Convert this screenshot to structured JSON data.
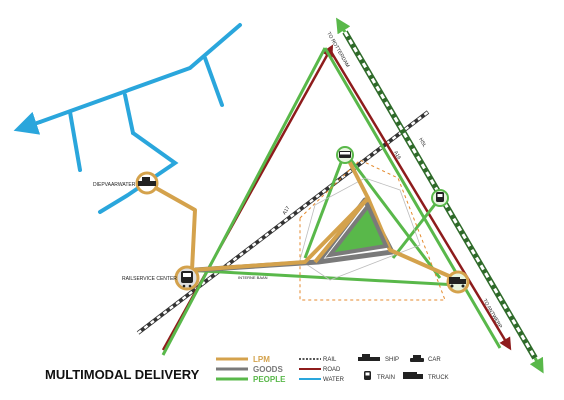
{
  "title": "MULTIMODAL DELIVERY",
  "colors": {
    "lpm": "#d4a24c",
    "goods": "#7a7a7a",
    "people": "#59b84a",
    "water": "#2aa6dc",
    "road": "#8e1c1c",
    "rail": "#555555"
  },
  "labels": {
    "to_rotterdam": "TO ROTTERDAM",
    "to_antwerp": "TO ANTWERP",
    "a16": "A16",
    "hsl": "HSL",
    "a17": "A17",
    "diepvaarwater": "DIEPVAARWATER",
    "railservice_center": "RAILSERVICE CENTER",
    "interne_baan": "INTERNE BAAN"
  },
  "legend": {
    "lpm": "LPM",
    "goods": "GOODS",
    "people": "PEOPLE",
    "rail": "RAIL",
    "road": "ROAD",
    "water": "WATER",
    "ship": "SHIP",
    "car": "CAR",
    "train": "TRAIN",
    "truck": "TRUCK"
  },
  "icons": [
    "ship-icon",
    "train-icon",
    "car-icon",
    "truck-icon",
    "bus-icon"
  ]
}
